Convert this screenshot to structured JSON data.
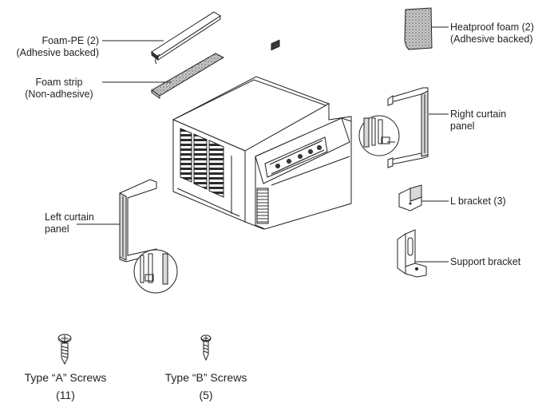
{
  "parts": {
    "foam_pe": {
      "line1": "Foam-PE (2)",
      "line2": "(Adhesive backed)"
    },
    "foam_strip": {
      "line1": "Foam strip",
      "line2": "(Non-adhesive)"
    },
    "heatproof_foam": {
      "line1": "Heatproof foam (2)",
      "line2": "(Adhesive backed)"
    },
    "right_curtain": {
      "line1": "Right curtain",
      "line2": "panel"
    },
    "left_curtain": {
      "line1": "Left curtain",
      "line2": "panel"
    },
    "l_bracket": {
      "label": "L bracket (3)"
    },
    "support_bracket": {
      "label": "Support bracket"
    }
  },
  "screws": {
    "type_a": {
      "label": "Type “A” Screws",
      "count": "(11)"
    },
    "type_b": {
      "label": "Type “B” Screws",
      "count": "(5)"
    }
  }
}
